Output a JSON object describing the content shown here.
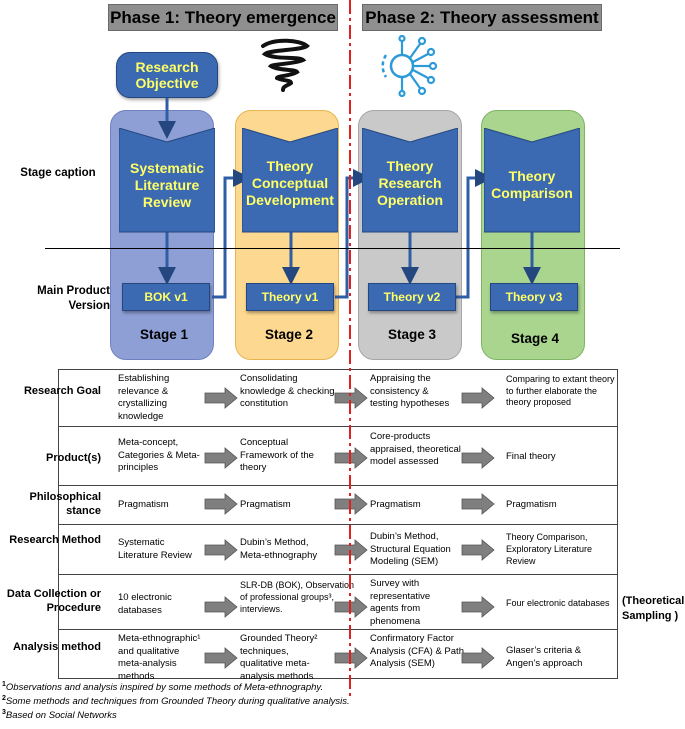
{
  "phases": [
    "Phase 1: Theory emergence",
    "Phase 2: Theory assessment"
  ],
  "research_objective": "Research Objective",
  "stage_caption_label": "Stage caption",
  "main_product_label": "Main Product Version",
  "stages": [
    {
      "caption": "Systematic Literature Review",
      "product": "BOK v1",
      "label": "Stage 1"
    },
    {
      "caption": "Theory Conceptual Development",
      "product": "Theory v1",
      "label": "Stage 2"
    },
    {
      "caption": "Theory Research Operation",
      "product": "Theory v2",
      "label": "Stage 3"
    },
    {
      "caption": "Theory Comparison",
      "product": "Theory v3",
      "label": "Stage 4"
    }
  ],
  "rows": [
    {
      "label": "Research Goal",
      "cells": [
        "Establishing relevance & crystallizing knowledge",
        "Consolidating knowledge & checking constitution",
        "Appraising the consistency & testing hypotheses",
        "Comparing to extant theory to further elaborate the theory proposed"
      ]
    },
    {
      "label": "Product(s)",
      "cells": [
        "Meta-concept, Categories & Meta-principles",
        "Conceptual Framework of the theory",
        "Core-products appraised, theoretical model assessed",
        "Final theory"
      ]
    },
    {
      "label": "Philosophical stance",
      "cells": [
        "Pragmatism",
        "Pragmatism",
        "Pragmatism",
        "Pragmatism"
      ]
    },
    {
      "label": "Research Method",
      "cells": [
        "Systematic Literature Review",
        "Dubin’s Method, Meta-ethnography",
        "Dubin’s Method, Structural Equation Modeling (SEM)",
        "Theory Comparison, Exploratory Literature Review"
      ]
    },
    {
      "label": "Data Collection or Procedure",
      "cells": [
        "10 electronic databases",
        "SLR-DB (BOK), Observation of professional groups³, interviews.",
        "Survey with representative agents from phenomena",
        "Four electronic databases"
      ]
    },
    {
      "label": "Analysis method",
      "cells": [
        "Meta-ethnographic¹ and qualitative meta-analysis methods",
        "Grounded Theory² techniques, qualitative meta-analysis methods",
        "Confirmatory Factor Analysis (CFA) & Path Analysis (SEM)",
        "Glaser’s criteria & Angen’s approach"
      ]
    }
  ],
  "side_note": "(Theoretical Sampling )",
  "footnotes": [
    {
      "num": "1",
      "text": "Observations and analysis  inspired by some methods of Meta-ethnography."
    },
    {
      "num": "2",
      "text": "Some methods and techniques  from Grounded Theory during qualitative  analysis."
    },
    {
      "num": "3",
      "text": "Based on  Social Networks"
    }
  ],
  "colors": {
    "stage1": "#8e9fd6",
    "stage2": "#fdd890",
    "stage3": "#c9c9c9",
    "stage4": "#a9d58f",
    "box": "#3b69b2",
    "caption_text": "#ffff66",
    "divider": "#e02020",
    "arrow": "#7f7f7f"
  },
  "icons": [
    "spiral-icon",
    "network-hub-icon",
    "gray-right-arrow-icon"
  ]
}
